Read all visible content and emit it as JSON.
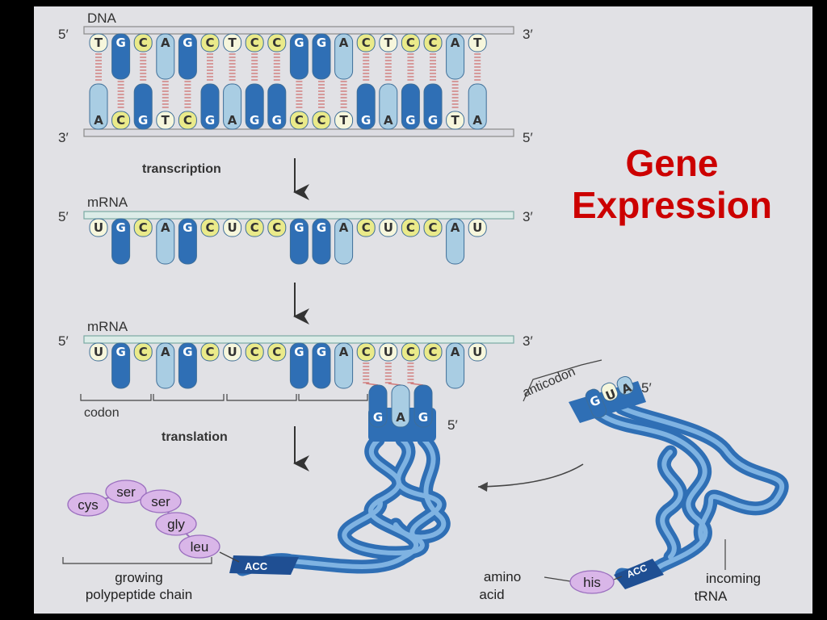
{
  "title": {
    "line1": "Gene",
    "line2": "Expression"
  },
  "labels": {
    "dna": "DNA",
    "mrna_1": "mRNA",
    "mrna_2": "mRNA",
    "five_prime": "5′",
    "three_prime": "3′",
    "transcription": "transcription",
    "translation": "translation",
    "codon": "codon",
    "anticodon": "anticodon",
    "growing_chain_line1": "growing",
    "growing_chain_line2": "polypeptide chain",
    "amino_acid_line1": "amino",
    "amino_acid_line2": "acid",
    "incoming_trna_line1": "incoming",
    "incoming_trna_line2": "tRNA",
    "acc": "ACC"
  },
  "sequences": {
    "dna_top": [
      "T",
      "G",
      "C",
      "A",
      "G",
      "C",
      "T",
      "C",
      "C",
      "G",
      "G",
      "A",
      "C",
      "T",
      "C",
      "C",
      "A",
      "T"
    ],
    "dna_bottom": [
      "A",
      "C",
      "G",
      "T",
      "C",
      "G",
      "A",
      "G",
      "G",
      "C",
      "C",
      "T",
      "G",
      "A",
      "G",
      "G",
      "T",
      "A"
    ],
    "mrna": [
      "U",
      "G",
      "C",
      "A",
      "G",
      "C",
      "U",
      "C",
      "C",
      "G",
      "G",
      "A",
      "C",
      "U",
      "C",
      "C",
      "A",
      "U"
    ],
    "bound_trna_anticodon": [
      "G",
      "A",
      "G"
    ],
    "incoming_anticodon": [
      "G",
      "U",
      "A"
    ]
  },
  "polypeptide": [
    "cys",
    "ser",
    "ser",
    "gly",
    "leu"
  ],
  "incoming_amino_acid": "his",
  "colors": {
    "title_red": "#cc0000",
    "dark_blue": "#2f6fb5",
    "light_blue": "#a9cde3",
    "yellow": "#eaea8a",
    "pale_yellow": "#f6f6dc",
    "trna_blue": "#4b8fcf",
    "purple": "#d9b6e8"
  }
}
